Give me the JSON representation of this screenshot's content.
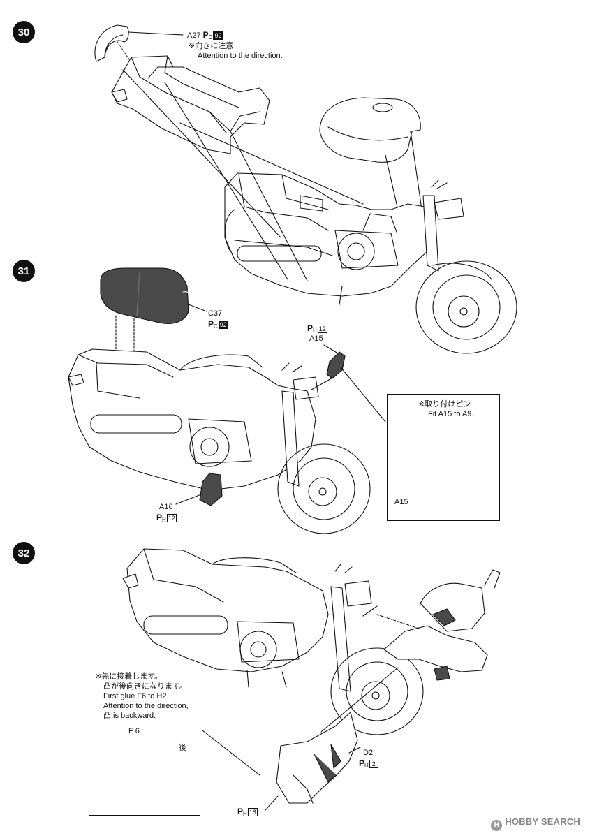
{
  "steps": [
    "30",
    "31",
    "32"
  ],
  "step30": {
    "part": "A27",
    "ref_letter": "C",
    "ref_page": "92",
    "note_jp": "※向きに注意",
    "note_en": "Attention to the direction."
  },
  "step31": {
    "seat_part": "C37",
    "seat_ref_letter": "C",
    "seat_ref_page": "92",
    "top_ref_letter": "H",
    "top_ref_page": "12",
    "top_part": "A15",
    "callout_jp": "※取り付けピン",
    "callout_en": "Fit A15 to A9.",
    "callout_part": "A15",
    "lower_part": "A16",
    "lower_ref_letter": "H",
    "lower_ref_page": "12"
  },
  "step32": {
    "note_lines": [
      "※先に接着します。",
      "凸が後向きになります。",
      "First glue F6 to H2.",
      "Attention to the direction,",
      "凸 is backward."
    ],
    "part_f6": "F 6",
    "rear_label": "後",
    "part_d2": "D2",
    "d2_ref_letter": "H",
    "d2_ref_page": "2",
    "bottom_ref_letter": "H",
    "bottom_ref_page": "18"
  },
  "watermark": "HOBBY SEARCH",
  "colors": {
    "ink": "#111111",
    "paper": "#ffffff",
    "shade": "#4a4a4a",
    "watermark": "#888888"
  }
}
